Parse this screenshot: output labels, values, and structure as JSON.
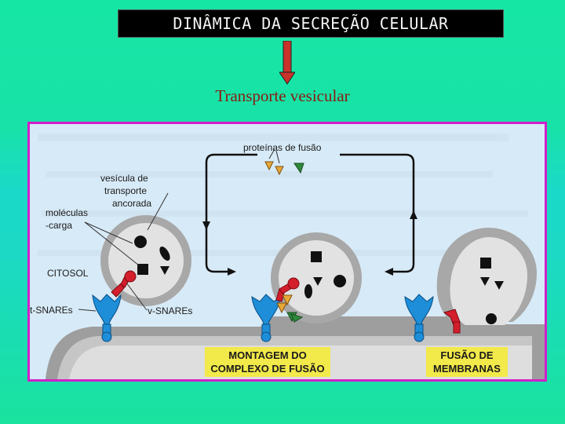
{
  "title": "DINÂMICA DA SECREÇÃO CELULAR",
  "subtitle": "Transporte vesicular",
  "diagram": {
    "labels": {
      "fusion_proteins": "proteínas de fusão",
      "docked_vesicle_1": "vesícula de",
      "docked_vesicle_2": "transporte",
      "docked_vesicle_3": "ancorada",
      "cargo_1": "moléculas",
      "cargo_2": "-carga",
      "cytosol": "CITOSOL",
      "t_snares": "t-SNAREs",
      "v_snares": "v-SNAREs"
    },
    "boxes": {
      "assembly_1": "MONTAGEM DO",
      "assembly_2": "COMPLEXO DE FUSÃO",
      "fusion_1": "FUSÃO DE",
      "fusion_2": "MEMBRANAS"
    }
  },
  "colors": {
    "membrane": "#b0b0b0",
    "vesicle_lumen": "#e2e2e2",
    "t_snare": "#1e8ed8",
    "v_snare": "#d41e2c",
    "label_box": "#f2e94a",
    "panel_border": "#d11fc9",
    "arrow": "#c8322b"
  }
}
